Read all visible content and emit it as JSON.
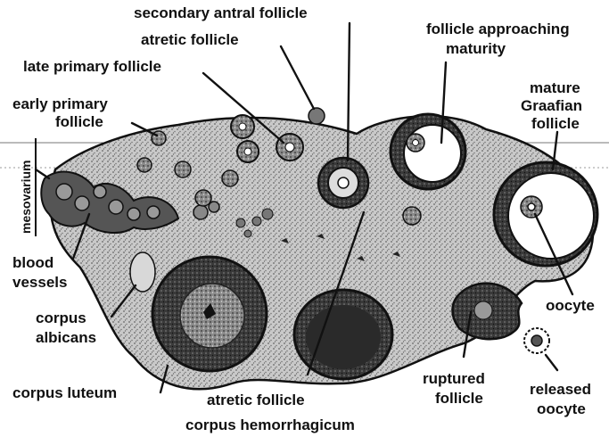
{
  "labels": {
    "secondary_antral_follicle": "secondary antral follicle",
    "atretic_follicle_top": "atretic follicle",
    "late_primary_follicle": "late primary follicle",
    "early_primary_follicle_1": "early primary",
    "early_primary_follicle_2": "follicle",
    "follicle_approaching_maturity_1": "follicle approaching",
    "follicle_approaching_maturity_2": "maturity",
    "mature_graafian_follicle_1": "mature",
    "mature_graafian_follicle_2": "Graafian",
    "mature_graafian_follicle_3": "follicle",
    "mesovarium": "mesovarium",
    "blood_vessels_1": "blood",
    "blood_vessels_2": "vessels",
    "corpus_albicans_1": "corpus",
    "corpus_albicans_2": "albicans",
    "corpus_luteum": "corpus luteum",
    "atretic_follicle_bottom": "atretic follicle",
    "corpus_hemorrhagicum": "corpus hemorrhagicum",
    "ruptured_follicle_1": "ruptured",
    "ruptured_follicle_2": "follicle",
    "oocyte": "oocyte",
    "released_oocyte_1": "released",
    "released_oocyte_2": "oocyte"
  },
  "colors": {
    "ink": "#111111",
    "stroma": "#bdbdbd",
    "dark": "#2a2a2a",
    "antrum": "#ffffff"
  }
}
